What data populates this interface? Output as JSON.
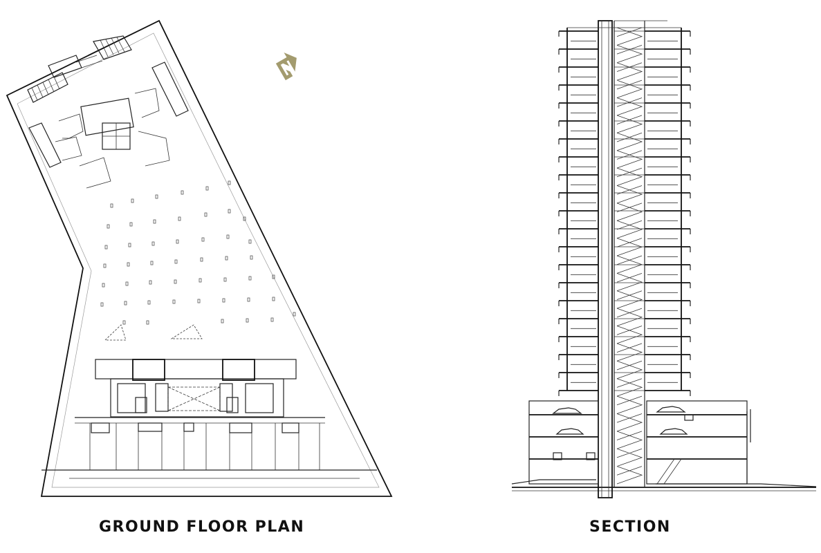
{
  "captions": {
    "plan": "GROUND FLOOR PLAN",
    "section": "SECTION"
  },
  "north_arrow": {
    "letter": "N",
    "color": "#a39b6e"
  },
  "section": {
    "floors": 20
  }
}
